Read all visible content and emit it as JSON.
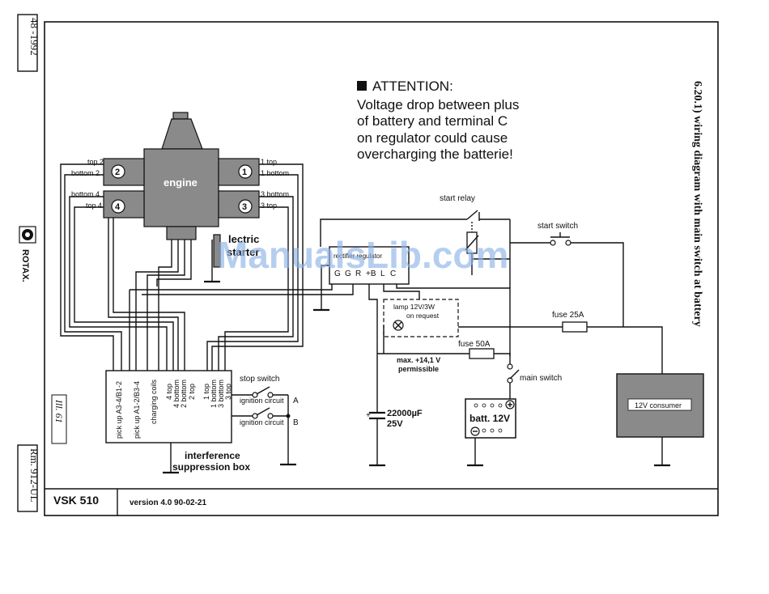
{
  "side": {
    "page_ref": "48 -1992",
    "brand": "ROTAX.",
    "doc_ref": "Rm. 912-UL",
    "ill": "Ill. 61"
  },
  "title": "6.20.1) wiring diagram with main switch at battery",
  "attention": {
    "heading": "ATTENTION:",
    "lines": [
      "Voltage drop between plus",
      "of battery and terminal C",
      "on regulator could cause",
      "overcharging the batterie!"
    ]
  },
  "engine": {
    "label": "engine",
    "cylinders": [
      "1",
      "2",
      "3",
      "4"
    ],
    "left_labels": [
      "top 2",
      "bottom 2",
      "bottom 4",
      "top 4"
    ],
    "right_labels": [
      "1 top",
      "1 bottom",
      "3 bottom",
      "3 top"
    ],
    "starter_label_1": "lectric",
    "starter_label_2": "starter"
  },
  "regulator": {
    "label": "rectifier regulator",
    "terminals": [
      "G",
      "G",
      "R",
      "+B",
      "L",
      "C"
    ]
  },
  "start_relay": "start relay",
  "start_switch": "start switch",
  "lamp": {
    "line1": "lamp 12V/3W",
    "line2": "on request"
  },
  "fuse25": "fuse 25A",
  "fuse50": "fuse 50A",
  "voltage_note": {
    "line1": "max. +14,1 V",
    "line2": "permissible"
  },
  "main_switch": "main switch",
  "capacitor": {
    "line1": "22000µF",
    "line2": "25V"
  },
  "battery": "batt. 12V",
  "consumer": "12V consumer",
  "suppression_box": {
    "line1": "interference",
    "line2": "suppression box",
    "terminals": [
      "pick up A3-4/B1-2",
      "pick up A1-2/B3-4",
      "charging coils",
      "4 top",
      "4 bottom",
      "2 bottom",
      "2 top",
      "1 top",
      "1 bottom",
      "3 bottom",
      "3 top"
    ]
  },
  "stop_switch": "stop switch",
  "ignition_a": "ignition circuit",
  "ignition_a_letter": "A",
  "ignition_b": "ignition circuit",
  "ignition_b_letter": "B",
  "footer": {
    "model": "VSK 510",
    "version": "version 4.0 90-02-21"
  },
  "watermark": "ManualsLib.com"
}
